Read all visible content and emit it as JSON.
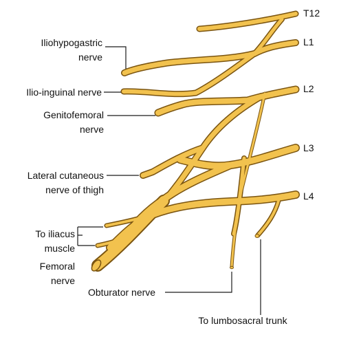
{
  "labels": {
    "t12": "T12",
    "l1": "L1",
    "l2": "L2",
    "l3": "L3",
    "l4": "L4",
    "iliohypogastric_1": "Iliohypogastric",
    "iliohypogastric_2": "nerve",
    "ilioinguinal": "Ilio-inguinal nerve",
    "genitofemoral_1": "Genitofemoral",
    "genitofemoral_2": "nerve",
    "lateral_cutaneous_1": "Lateral cutaneous",
    "lateral_cutaneous_2": "nerve of thigh",
    "iliacus_1": "To iliacus",
    "iliacus_2": "muscle",
    "femoral_1": "Femoral",
    "femoral_2": "nerve",
    "obturator": "Obturator nerve",
    "lumbosacral": "To lumbosacral trunk"
  },
  "colors": {
    "nerve_fill": "#f2c24e",
    "nerve_outline": "#7a5410",
    "leader": "#1a1a1a"
  }
}
